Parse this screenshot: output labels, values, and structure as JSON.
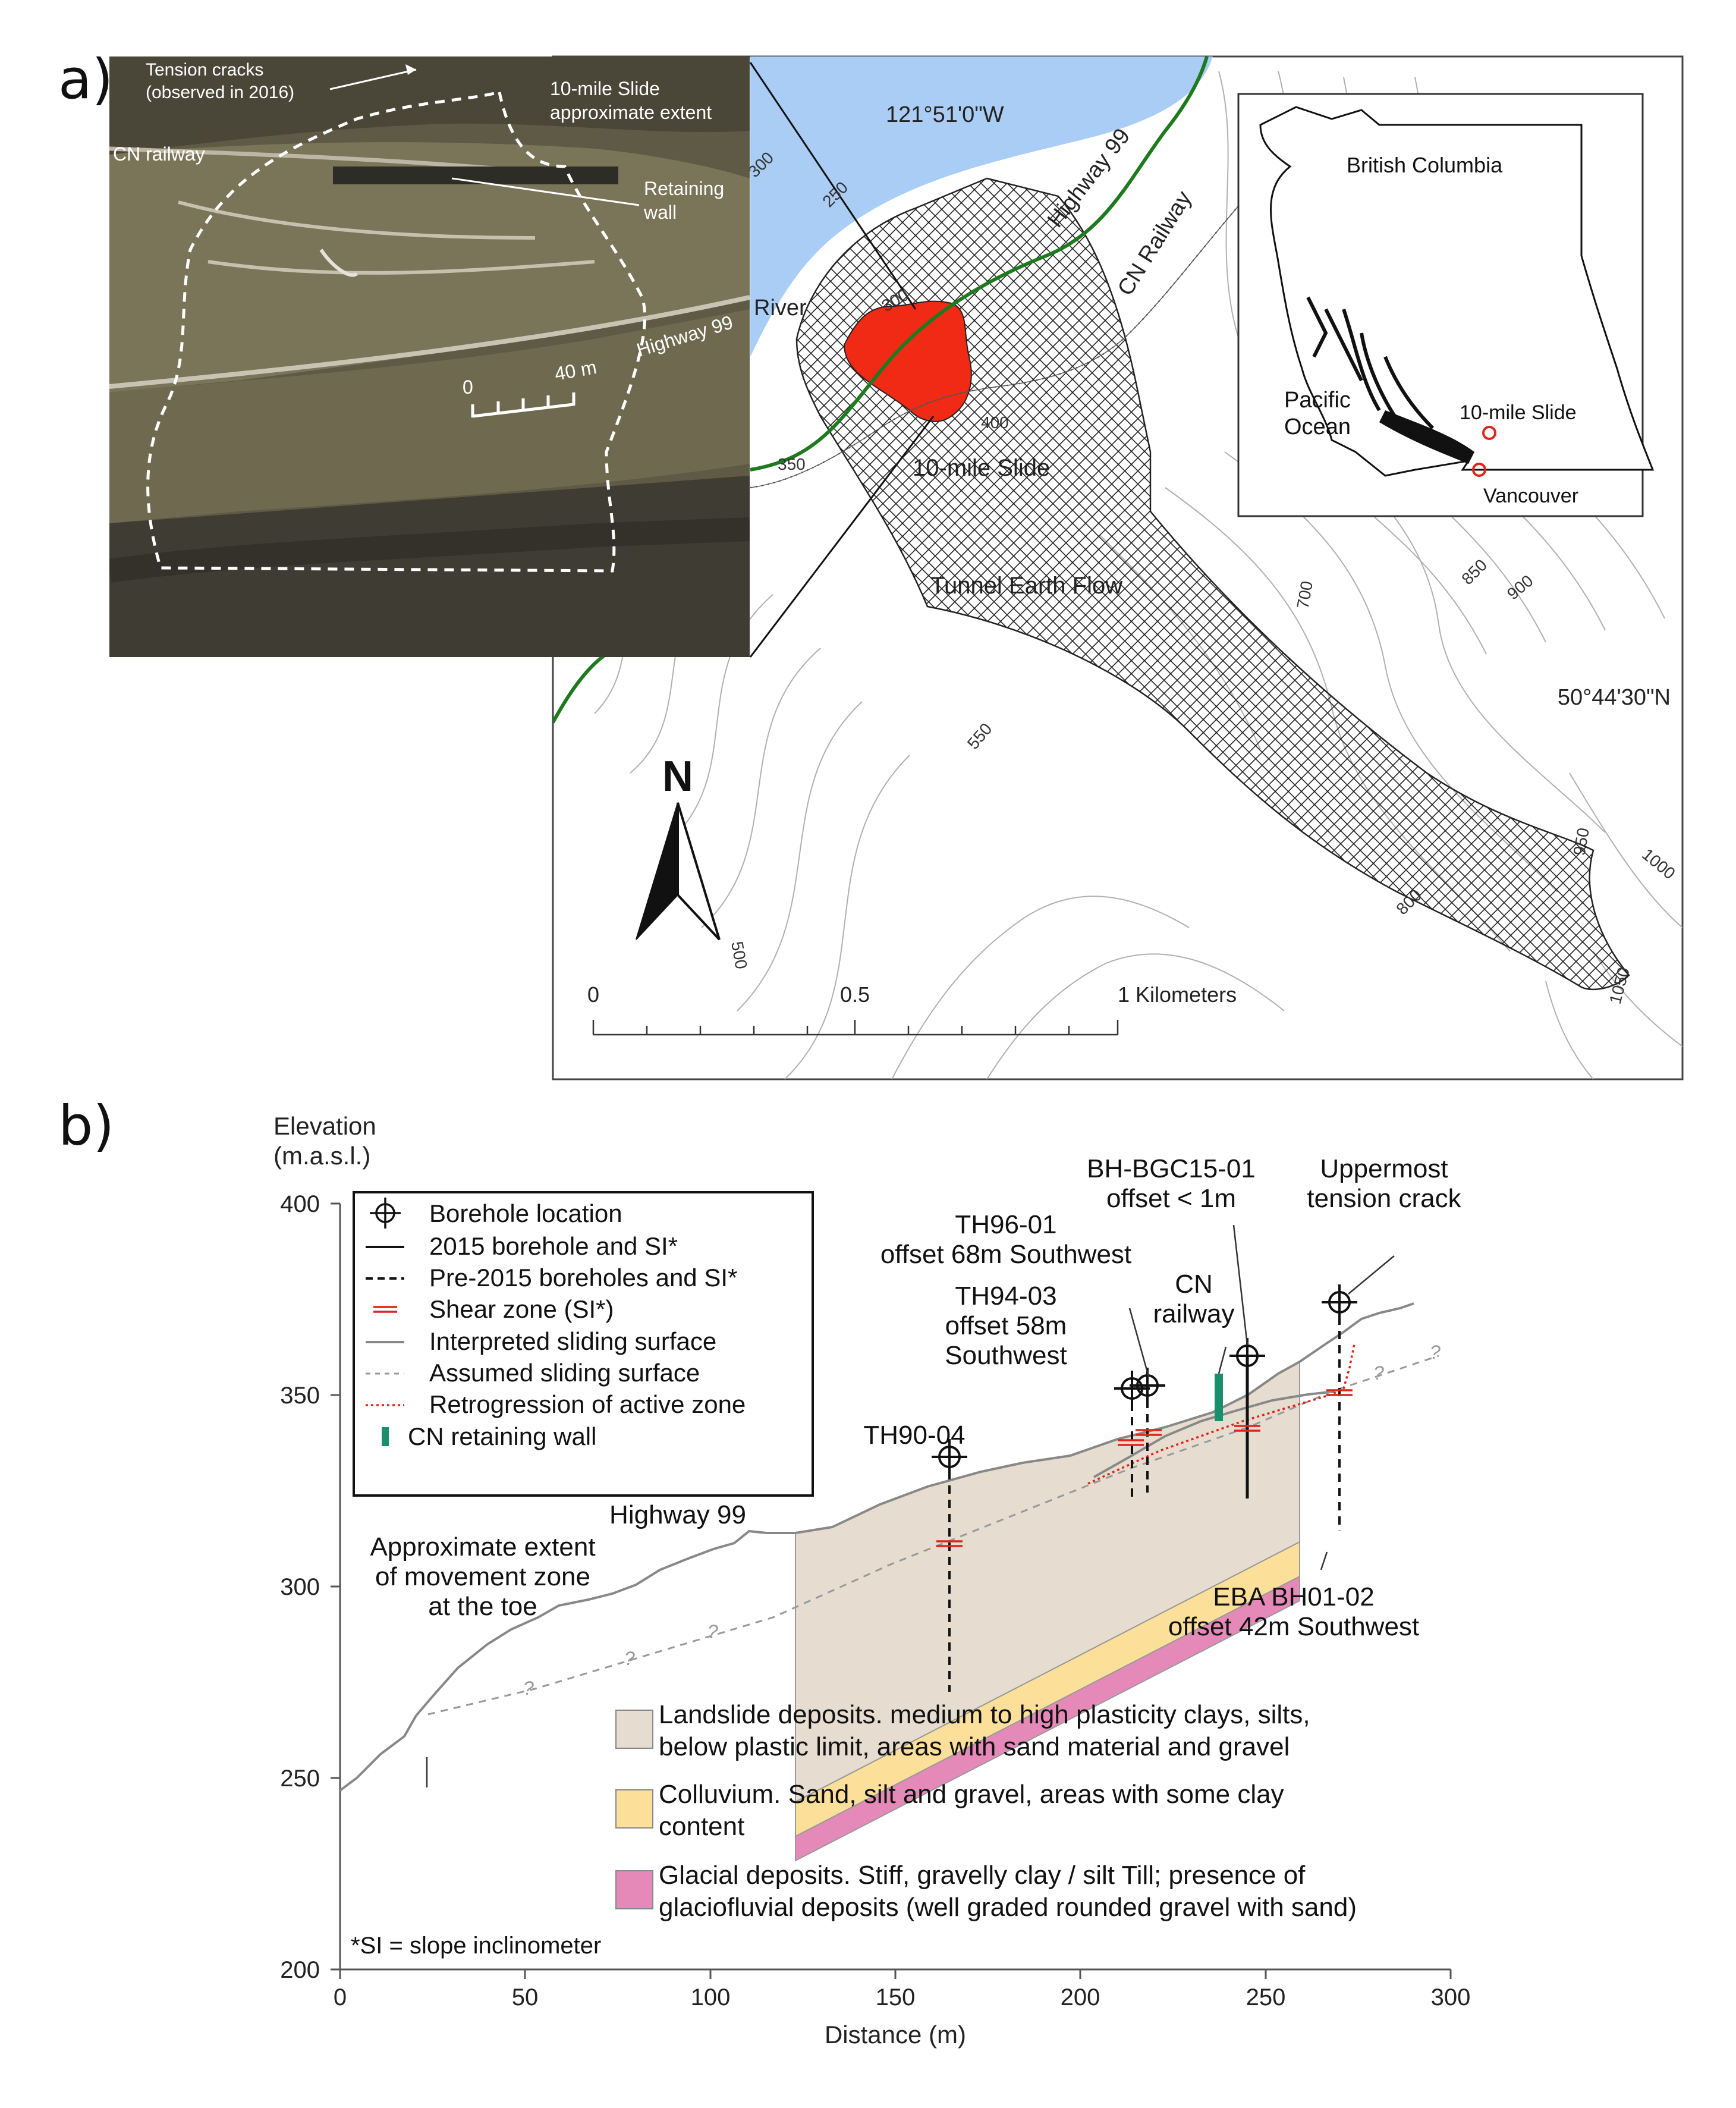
{
  "panel_a": {
    "label": "a)",
    "photo": {
      "tension_cracks": "Tension cracks",
      "observed": "(observed in 2016)",
      "slide_name": "10-mile Slide",
      "slide_extent": "approximate extent",
      "cn_railway": "CN railway",
      "retaining": "Retaining",
      "wall": "wall",
      "highway": "Highway 99",
      "scale_zero": "0",
      "scale_end": "40 m"
    },
    "map": {
      "longitude": "121°51'0\"W",
      "latitude": "50°44'30\"N",
      "river": "River",
      "highway": "Highway 99",
      "railway": "CN Railway",
      "slide": "10-mile Slide",
      "earthflow": "Tunnel Earth Flow",
      "north": "N",
      "contours": {
        "c300a": "300",
        "c250": "250",
        "c300b": "300",
        "c350": "350",
        "c400": "400",
        "c550": "550",
        "c500": "500",
        "c700": "700",
        "c850": "850",
        "c900": "900",
        "c800": "800",
        "c950": "950",
        "c1000": "1000",
        "c1050": "1050"
      },
      "scale": {
        "zero": "0",
        "half": "0.5",
        "one": "1 Kilometers"
      }
    },
    "inset": {
      "province": "British Columbia",
      "ocean_line1": "Pacific",
      "ocean_line2": "Ocean",
      "slide": "10-mile Slide",
      "city": "Vancouver"
    }
  },
  "panel_b": {
    "label": "b)",
    "y_title_1": "Elevation",
    "y_title_2": "(m.a.s.l.)",
    "x_title": "Distance (m)",
    "x_ticks": [
      "0",
      "50",
      "100",
      "150",
      "200",
      "250",
      "300"
    ],
    "y_ticks": [
      "200",
      "250",
      "300",
      "350",
      "400"
    ],
    "legend": {
      "borehole": "Borehole location",
      "bh2015": "2015 borehole and SI*",
      "pre2015": "Pre-2015 boreholes and SI*",
      "shear": "Shear zone (SI*)",
      "interpreted": "Interpreted sliding surface",
      "assumed": "Assumed sliding surface",
      "retrogression": "Retrogression of active zone",
      "wall": "CN retaining wall"
    },
    "annotations": {
      "th9004": "TH90-04",
      "th9403_1": "TH94-03",
      "th9403_2": "offset 58m",
      "th9403_3": "Southwest",
      "th9601_1": "TH96-01",
      "th9601_2": "offset 68m Southwest",
      "cn_1": "CN",
      "cn_2": "railway",
      "bgc_1": "BH-BGC15-01",
      "bgc_2": "offset < 1m",
      "up_1": "Uppermost",
      "up_2": "tension crack",
      "hwy": "Highway 99",
      "toe_1": "Approximate extent",
      "toe_2": "of movement zone",
      "toe_3": "at the toe",
      "eba_1": "EBA BH01-02",
      "eba_2": "offset 42m Southwest",
      "si_note": "*SI = slope inclinometer"
    },
    "deposits": [
      {
        "name": "landslide",
        "color": "#e6dccf",
        "line1": "Landslide deposits. medium to high plasticity clays, silts,",
        "line2": "below plastic limit, areas with sand material and gravel"
      },
      {
        "name": "colluvium",
        "color": "#fce09a",
        "line1": "Colluvium. Sand, silt and gravel, areas with some clay",
        "line2": "content"
      },
      {
        "name": "glacial",
        "color": "#e58ab8",
        "line1": "Glacial deposits. Stiff, gravelly clay / silt Till; presence of",
        "line2": "glaciofluvial deposits (well graded rounded gravel with sand)"
      }
    ],
    "colors": {
      "shear": "#e0241b",
      "wall": "#1a8f6e",
      "retrogression": "#e0241b",
      "slide_fill": "#f02a14"
    }
  }
}
